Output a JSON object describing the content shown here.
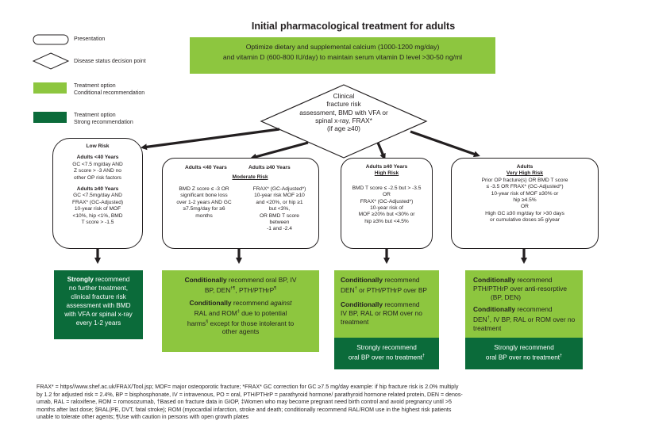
{
  "title": "Initial pharmacological treatment for adults",
  "legend": [
    {
      "shape": "oval",
      "label": "Presentation"
    },
    {
      "shape": "diamond",
      "label": "Disease status decision point"
    },
    {
      "shape": "light-green",
      "label": "Treatment option",
      "sublabel": "Conditional recommendation",
      "color": "#8dc63f"
    },
    {
      "shape": "dark-green",
      "label": "Treatment option",
      "sublabel": "Strong recommendation",
      "color": "#0b6b3a"
    }
  ],
  "top_box": {
    "line1": "Optimize dietary and supplemental calcium (1000-1200 mg/day)",
    "line2": "and vitamin D (600-800 IU/day) to maintain serum vitamin D level >30-50 ng/ml"
  },
  "decision": {
    "lines": [
      "Clinical",
      "fracture risk",
      "assessment, BMD with VFA or",
      "spinal x-ray, FRAX*",
      "(if age ≥40)"
    ]
  },
  "low_risk": {
    "title": "Low Risk",
    "h1": "Adults <40 Years",
    "b1": [
      "GC <7.5 mg/day AND",
      "Z score > -3 AND no",
      "other OP risk factors"
    ],
    "h2": "Adults ≥40 Years",
    "b2": [
      "GC <7.5mg/day AND",
      "FRAX* (GC-Adjusted)",
      "10-year risk of MOF",
      "<10%,  hip <1%, BMD",
      "T score > -1.5"
    ]
  },
  "moderate_risk": {
    "col1_head": "Adults <40 Years",
    "col2_head": "Adults ≥40 Years",
    "title": "Moderate Risk",
    "col1": [
      "BMD Z score ≤ -3 OR",
      "significant bone loss",
      "over 1-2 years AND GC",
      "≥7.5mg/day for ≥6",
      "months"
    ],
    "col2": [
      "FRAX* (GC-Adjusted*)",
      "10-year risk MOF ≥10",
      "and <20%, or hip ≥1",
      "but <3%,",
      "OR BMD T score",
      "between",
      "-1 and -2.4"
    ]
  },
  "high_risk": {
    "head": "Adults ≥40 Years",
    "title": "High Risk",
    "lines": [
      "BMD T score ≤ -2.5 but > -3.5",
      "OR",
      "FRAX* (GC-Adjusted*)",
      "10-year risk of",
      "MOF ≥20% but <30% or",
      "hip ≥3% but <4.5%"
    ]
  },
  "very_high_risk": {
    "head": "Adults",
    "title": "Very High Risk",
    "lines": [
      "Prior OP fracture(s) OR BMD T score",
      "≤ -3.5 OR FRAX* (GC-Adjusted*)",
      "10-year risk of MOF ≥30% or",
      "hip ≥4.5%",
      "OR",
      "High GC ≥30 mg/day for >30 days",
      "or cumulative doses ≥5 g/year"
    ]
  },
  "rec_low": {
    "bold": "Strongly",
    "rest": [
      "recommend",
      "no further treatment,",
      "clinical fracture risk",
      "assessment with BMD",
      "with VFA or spinal x-ray",
      "every 1-2 years"
    ]
  },
  "rec_moderate": {
    "p1_bold": "Conditionally",
    "p1_rest": " recommend oral BP, IV",
    "p1_line2": "BP, DEN",
    "p1_sup1": "†¶",
    "p1_line2b": ", PTH/PTHrP",
    "p1_sup2": "¶",
    "p2_bold": "Conditionally",
    "p2_rest": " recommend ",
    "p2_ital": "against",
    "p2_lines": [
      "RAL and ROM",
      "due to potential",
      "harms",
      "except for those intolerant to",
      "other agents"
    ],
    "sup_s": "‡",
    "sup_s2": "§"
  },
  "rec_high": {
    "p1_bold": "Conditionally",
    "p1_rest": " recommend",
    "p1_l2a": "DEN",
    "p1_sup": "†",
    "p1_l2b": " or PTH/PTHrP over BP",
    "p2_bold": "Conditionally",
    "p2_rest": " recommend",
    "p2_l2": "IV BP, RAL or ROM over no",
    "p2_l3": "treatment",
    "strong_l1": "Strongly recommend",
    "strong_l2": "oral BP over no treatment",
    "strong_sup": "†"
  },
  "rec_very_high": {
    "p1_bold": "Conditionally",
    "p1_rest": " recommend",
    "p1_l2": "PTH/PTHrP over anti-resorptive",
    "p1_l3": "(BP, DEN)",
    "p2_bold": "Conditionally",
    "p2_rest": " recommend",
    "p2_l2a": "DEN",
    "p2_sup": "†",
    "p2_l2b": ", IV BP, RAL or ROM over no",
    "p2_l3": "treatment",
    "strong_l1": "Strongly recommend",
    "strong_l2": "oral BP over no treatment",
    "strong_sup": "†"
  },
  "footnotes": [
    "FRAX* = https//www.shef.ac.uk/FRAX/Tool.jsp; MOF= major osteoporotic fracture; *FRAX* GC correction for GC ≥7.5 mg/day example: if hip fracture risk is 2.0% multiply",
    "by 1.2 for adjusted risk = 2.4%, BP = bisphosphonate, IV = intravenous, PO = oral, PTH/PTHrP = parathyroid hormone/ parathyroid hormone related protein, DEN = denos-",
    "umab, RAL = raloxifene, ROM = romosozumab, †Based on fracture data in GIOP, ‡Women who may become pregnant need birth control and avoid pregnancy until >5",
    "months after last dose; §RAL(PE, DVT, fatal stroke); ROM (myocardial infarction, stroke and death; conditionally recommend RAL/ROM use in the highest risk patients",
    "unable to tolerate other agents; ¶Use with caution in persons with open growth plates"
  ]
}
